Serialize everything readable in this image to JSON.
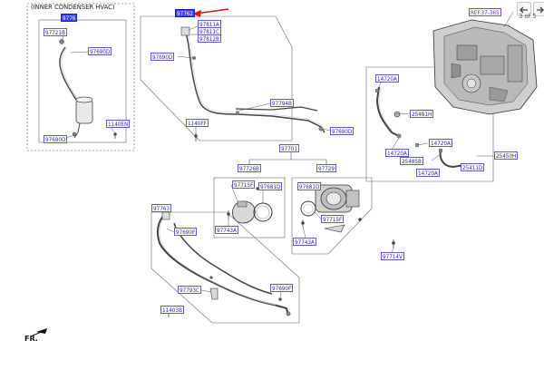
{
  "pager": {
    "text": "3 of 5",
    "prev_icon": "arrow-left-icon",
    "next_icon": "arrow-right-icon"
  },
  "inset_caption": "(INNER CONDENSER HVAC)",
  "orientation_label": "FR.",
  "labels": {
    "p97762_inset": "9776",
    "p97721b": "97721B",
    "p97690d_a": "97690D",
    "p1140en": "1140EN",
    "p97690d_b": "97690D",
    "p97762_main": "97762",
    "p97811a": "97811A",
    "p97811c": "97811C",
    "p97812b": "97812B",
    "p97690d_c": "97690D",
    "p97794b": "97794B",
    "p1140ff": "1140FF",
    "p97690d_d": "97690D",
    "p97701": "97701",
    "p97726b": "97726B",
    "p97729": "97729",
    "p97715f_a": "97715F",
    "p97681d_a": "97681D",
    "p97743a_a": "97743A",
    "p97681d_b": "97681D",
    "p97715f_b": "97715F",
    "p97743a_b": "97743A",
    "p97714v": "97714V",
    "p97763": "97763",
    "p97690f_a": "97690F",
    "p97793c": "97793C",
    "p97690f_b": "97690F",
    "p11403b": "11403B",
    "ref37365": "REF.37-365",
    "p14720a_a": "14720A",
    "p25481h": "25481H",
    "p14720a_b": "14720A",
    "p14720a_c": "14720A",
    "p25485b": "25485B",
    "p25411d": "25411D",
    "p14720a_d": "14720A",
    "p25450h": "25450H"
  },
  "colors": {
    "label_border": "#5c5cd6",
    "label_text": "#2b2b8f",
    "selected_fill": "#3d3df0",
    "leader": "#555555",
    "callout_arrow": "#e01414"
  }
}
